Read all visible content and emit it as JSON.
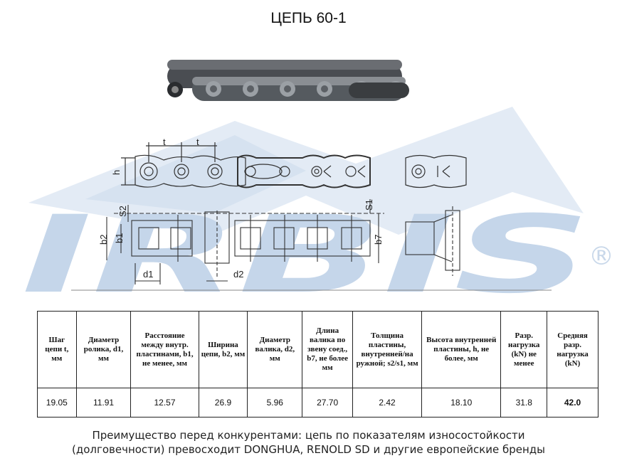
{
  "title": "ЦЕПЬ 60-1",
  "watermark": {
    "text": "IRBIS",
    "registered": "®",
    "color": "#c5d6ea"
  },
  "drawing_labels": {
    "t1": "t",
    "t2": "t",
    "h": "h",
    "s2": "S2",
    "s1": "S1",
    "b2": "b2",
    "b1": "b1",
    "b7": "b7",
    "d1": "d1",
    "d2": "d2"
  },
  "table": {
    "headers": [
      "Шаг цепи t, мм",
      "Диаметр ролика, d1, мм",
      "Расстояние между внутр. пластинами, b1, не менее, мм",
      "Ширина цепи, b2, мм",
      "Диаметр валика, d2, мм",
      "Длина валика по звену соед., b7, не более мм",
      "Толщина пластины, внутренней/на ружной; s2/s1, мм",
      "Высота внутренней пластины, h, не более, мм",
      "Разр. нагрузка (kN) не менее",
      "Средняя разр. нагрузка (kN)"
    ],
    "row": [
      "19.05",
      "11.91",
      "12.57",
      "26.9",
      "5.96",
      "27.70",
      "2.42",
      "18.10",
      "31.8",
      "42.0"
    ]
  },
  "footer": {
    "line1": "Преимущество перед конкурентами: цепь по показателям износостойкости",
    "line2": "(долговечности) превосходит DONGHUA, RENOLD SD и другие европейские бренды"
  }
}
